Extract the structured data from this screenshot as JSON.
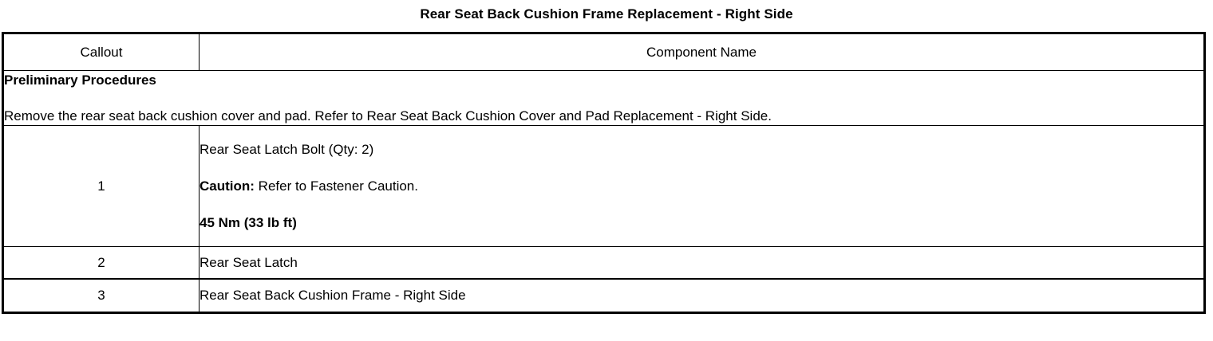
{
  "document": {
    "title": "Rear Seat Back Cushion Frame Replacement - Right Side"
  },
  "table": {
    "headers": {
      "callout": "Callout",
      "component": "Component Name"
    },
    "preliminary": {
      "heading": "Preliminary Procedures",
      "body": "Remove the rear seat back cushion cover and pad. Refer to Rear Seat Back Cushion Cover and Pad Replacement - Right Side."
    },
    "rows": [
      {
        "callout": "1",
        "line1": "Rear Seat Latch Bolt (Qty: 2)",
        "caution_label": "Caution:",
        "caution_text": " Refer to Fastener Caution.",
        "torque": "45 Nm (33 lb ft)"
      },
      {
        "callout": "2",
        "name": "Rear Seat Latch"
      },
      {
        "callout": "3",
        "name": "Rear Seat Back Cushion Frame - Right Side"
      }
    ]
  }
}
